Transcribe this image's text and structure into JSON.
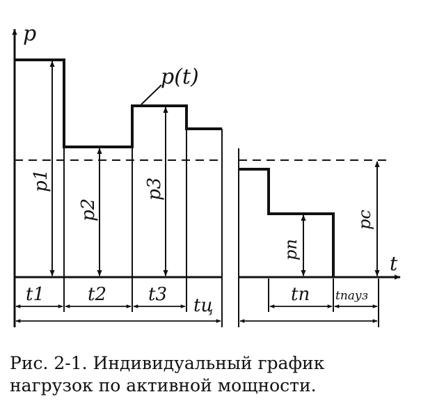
{
  "labels": {
    "axis_p": "p",
    "axis_t": "t",
    "curve": "p(t)",
    "p1": "p1",
    "p2": "p2",
    "p3": "p3",
    "pn": "pп",
    "pc": "pс",
    "t1": "t1",
    "t2": "t2",
    "t3": "t3",
    "tc": "tц",
    "tn": "tп",
    "tpause": "tпауз"
  },
  "caption": {
    "line1": "Рис. 2-1. Индивидуальный график",
    "line2": "нагрузок по активной мощности."
  }
}
